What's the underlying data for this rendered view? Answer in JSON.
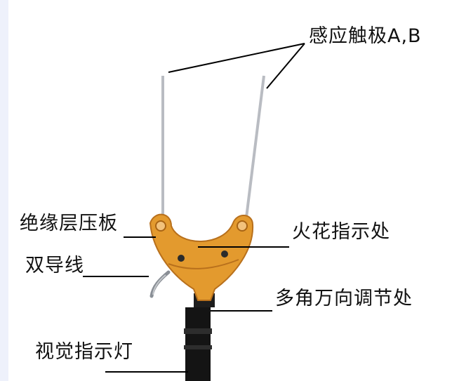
{
  "diagram": {
    "labels": {
      "sensor_plates": "感应触极A,B",
      "insulation_plate": "绝缘层压板",
      "spark_indicator": "火花指示处",
      "dual_wire": "双导线",
      "multi_angle_joint": "多角万向调节处",
      "visual_indicator": "视觉指示灯"
    }
  },
  "colors": {
    "plate": "#e39a2e",
    "plate_dark": "#b8701c",
    "rod": "#b9bcc2",
    "handle": "#141414",
    "leader": "#000000"
  }
}
